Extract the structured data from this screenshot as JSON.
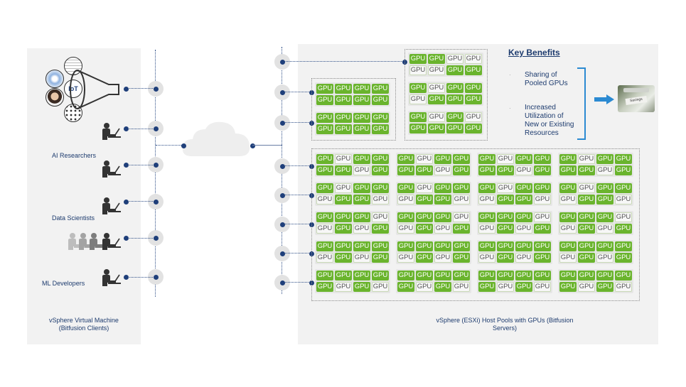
{
  "left_panel": {
    "groups": [
      {
        "label": "AI Researchers"
      },
      {
        "label": "Data Scientists"
      },
      {
        "label": "ML Developers"
      }
    ],
    "data_sources": {
      "icons": [
        "database-icon",
        "audio-wave-icon",
        "iot-icon",
        "face-icon",
        "sensor-grid-icon",
        "funnel-icon"
      ],
      "iot_text": "IoT"
    },
    "caption_line1": "vSphere Virtual Machine",
    "caption_line2": "(Bitfusion Clients)"
  },
  "network": {
    "icon": "cloud-icon"
  },
  "right_panel": {
    "caption_line1": "vSphere (ESXi) Host Pools with GPUs (Bitfusion",
    "caption_line2": "Servers)",
    "gpu_label": "GPU",
    "colors": {
      "gpu_active": "#6ab42d",
      "gpu_idle": "#f7f7f7",
      "link": "#1f3f7a",
      "accent": "#2b8ad2"
    },
    "small_cluster": {
      "hosts": [
        [
          [
            1,
            1,
            1,
            1
          ],
          [
            1,
            1,
            1,
            1
          ]
        ],
        [
          [
            1,
            1,
            1,
            1
          ],
          [
            1,
            1,
            1,
            1
          ]
        ]
      ]
    },
    "top_cluster": {
      "hosts": [
        [
          [
            1,
            1,
            0,
            0
          ],
          [
            0,
            0,
            1,
            1
          ]
        ],
        [
          [
            1,
            0,
            1,
            1
          ],
          [
            0,
            1,
            1,
            1
          ]
        ],
        [
          [
            1,
            0,
            1,
            0
          ],
          [
            1,
            1,
            1,
            1
          ]
        ]
      ]
    },
    "big_cluster": {
      "rows": [
        [
          [
            1,
            0,
            1,
            1
          ],
          [
            1,
            1,
            0,
            1
          ]
        ],
        [
          [
            1,
            0,
            1,
            1
          ],
          [
            0,
            1,
            1,
            0
          ]
        ],
        [
          [
            1,
            1,
            1,
            0
          ],
          [
            0,
            1,
            0,
            1
          ]
        ],
        [
          [
            1,
            1,
            1,
            1
          ],
          [
            0,
            1,
            0,
            1
          ]
        ],
        [
          [
            1,
            1,
            1,
            1
          ],
          [
            1,
            0,
            1,
            0
          ]
        ]
      ],
      "columns": 4
    }
  },
  "key_benefits": {
    "title": "Key Benefits",
    "items": [
      {
        "line1": "Sharing of",
        "line2": "Pooled GPUs"
      },
      {
        "line1": "Increased",
        "line2": "Utilization of",
        "line3": "New or Existing",
        "line4": "Resources"
      }
    ],
    "bullet": "·",
    "result_icon": "savings-jar-icon",
    "jar_label": "Savings"
  }
}
